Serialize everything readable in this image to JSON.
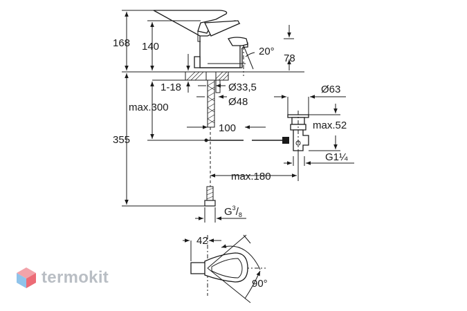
{
  "dimensions": {
    "total_height": "168",
    "spout_height": "140",
    "spout_angle": "20°",
    "angle_height": "78",
    "deck_thickness": "1-18",
    "base_diameter": "Ø33,5",
    "hole_diameter": "Ø48",
    "hose_length": "max.300",
    "drain_diameter": "Ø63",
    "drain_height": "max.52",
    "offset": "100",
    "below_deck": "355",
    "drain_thread": "G1¼",
    "rod_length": "max.180",
    "hose_thread_base": "G",
    "hose_thread_num": "3",
    "hose_thread_den": "8",
    "plan_width": "42",
    "rotation_angle": "90°"
  },
  "watermark": {
    "text": "termokit",
    "colors": {
      "top": "#f2a3aa",
      "left": "#8fc3ea",
      "right": "#ec6b76"
    }
  }
}
